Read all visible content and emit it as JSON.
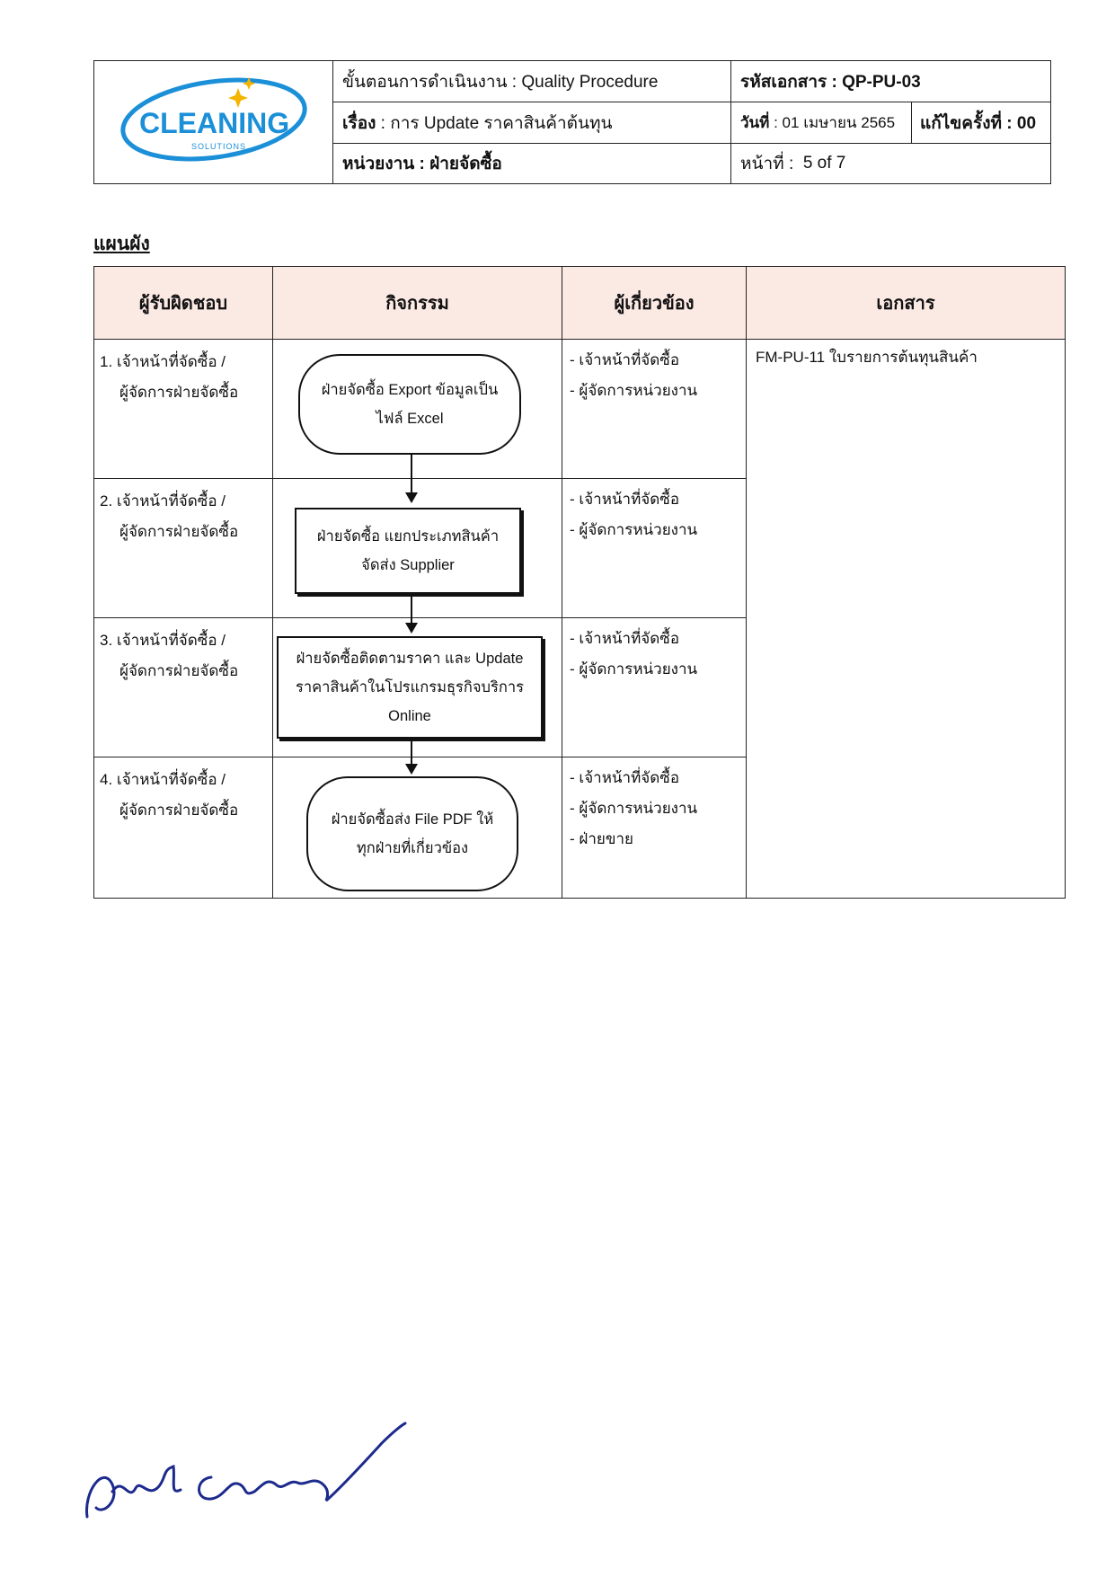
{
  "header": {
    "logo_text": "CLEANING",
    "logo_sub": "SOLUTIONS",
    "procedure_label": "ขั้นตอนการดำเนินงาน : Quality Procedure",
    "subject_label": "เรื่อง",
    "subject_value": ": การ Update ราคาสินค้าต้นทุน",
    "unit_label": "หน่วยงาน : ฝ่ายจัดซื้อ",
    "doc_code_label": "รหัสเอกสาร : QP-PU-03",
    "date_label": "วันที่",
    "date_value": ": 01 เมษายน 2565",
    "revision_label": "แก้ไขครั้งที่ : 00",
    "page_label": "หน้าที่  :",
    "page_value": "5 of 7"
  },
  "section_title": "แผนผัง",
  "columns": {
    "responsible": "ผู้รับผิดชอบ",
    "activity": "กิจกรรม",
    "involved": "ผู้เกี่ยวข้อง",
    "documents": "เอกสาร"
  },
  "rows": [
    {
      "resp_line1": "1. เจ้าหน้าที่จัดซื้อ /",
      "resp_line2": "ผู้จัดการฝ่ายจัดซื้อ",
      "activity_line1": "ฝ่ายจัดซื้อ Export ข้อมูลเป็น",
      "activity_line2": "ไฟล์ Excel",
      "activity_line3": "",
      "involved": [
        "เจ้าหน้าที่จัดซื้อ",
        "ผู้จัดการหน่วยงาน"
      ]
    },
    {
      "resp_line1": "2. เจ้าหน้าที่จัดซื้อ /",
      "resp_line2": "ผู้จัดการฝ่ายจัดซื้อ",
      "activity_line1": "ฝ่ายจัดซื้อ แยกประเภทสินค้า",
      "activity_line2": "จัดส่ง Supplier",
      "activity_line3": "",
      "involved": [
        "เจ้าหน้าที่จัดซื้อ",
        "ผู้จัดการหน่วยงาน"
      ]
    },
    {
      "resp_line1": "3. เจ้าหน้าที่จัดซื้อ  /",
      "resp_line2": "ผู้จัดการฝ่ายจัดซื้อ",
      "activity_line1": "ฝ่ายจัดซื้อติดตามราคา และ Update",
      "activity_line2": "ราคาสินค้าในโปรแกรมธุรกิจบริการ",
      "activity_line3": "Online",
      "involved": [
        "เจ้าหน้าที่จัดซื้อ",
        "ผู้จัดการหน่วยงาน"
      ]
    },
    {
      "resp_line1": "4. เจ้าหน้าที่จัดซื้อ /",
      "resp_line2": "ผู้จัดการฝ่ายจัดซื้อ",
      "activity_line1": "ฝ่ายจัดซื้อส่ง File PDF ให้",
      "activity_line2": "ทุกฝ่ายที่เกี่ยวข้อง",
      "activity_line3": "",
      "involved": [
        "เจ้าหน้าที่จัดซื้อ",
        "ผู้จัดการหน่วยงาน",
        "ฝ่ายขาย"
      ]
    }
  ],
  "document_ref": "FM-PU-11 ใบรายการต้นทุนสินค้า",
  "colors": {
    "header_fill": "#fbe9e4",
    "logo_blue": "#1b8fd8",
    "signature_ink": "#1c2a8c"
  }
}
